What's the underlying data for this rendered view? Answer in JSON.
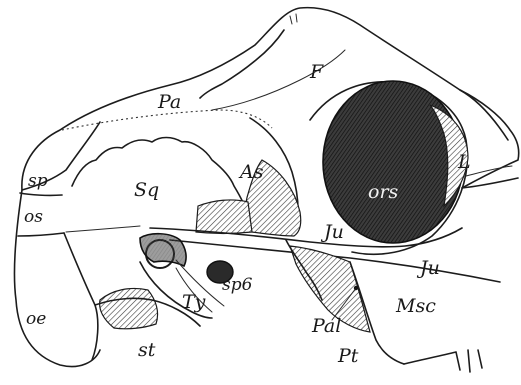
{
  "figure": {
    "labels": {
      "sp": "sp",
      "os": "os",
      "oe": "oe",
      "pa": "Pa",
      "f": "F",
      "sq": "Sq",
      "as": "As",
      "ors": "ors",
      "l": "L",
      "ju_upper": "Ju",
      "ju_lower": "Ju",
      "ty": "Ty",
      "sp6": "sp6",
      "st": "st",
      "pal": "Pal",
      "msc": "Msc",
      "pt": "Pt"
    }
  }
}
